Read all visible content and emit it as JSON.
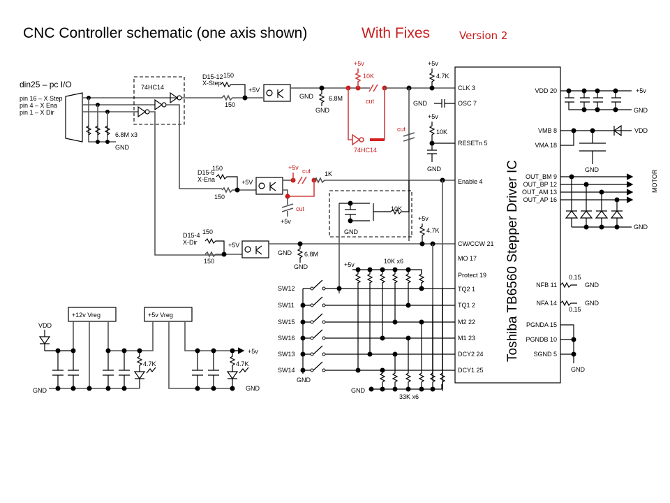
{
  "title": {
    "main": "CNC Controller schematic  (one axis shown)",
    "fixes": "With Fixes",
    "version": "Version 2"
  },
  "connector": {
    "header": "din25 – pc I/O",
    "pins": [
      "pin 16 – X Step",
      "pin  4 – X Ena",
      "pin  1 – X Dir"
    ],
    "pulldowns": "6.8M x3",
    "gnd": "GND"
  },
  "inverter_block": {
    "label": "74HC14"
  },
  "opto_step": {
    "net": "D15-12",
    "signal": "X-Step",
    "r1": "150",
    "r2": "150",
    "vcc": "+5V",
    "gnd": "GND",
    "pulldown": "6.8M",
    "pulldown_gnd": "GND"
  },
  "opto_enable": {
    "net": "D15-5",
    "signal": "X-Ena",
    "r1": "150",
    "r2": "150",
    "vcc": "+5V"
  },
  "opto_dir": {
    "net": "D15-4",
    "signal": "X-Dir",
    "r1": "150",
    "r2": "150",
    "vcc": "+5V",
    "gnd": "GND",
    "pulldown": "6.8M",
    "pulldown_gnd": "GND"
  },
  "fixes": {
    "clk_pullup_v": "+5v",
    "clk_pullup": "10K",
    "cut1": "cut",
    "added_inverter": "74HC14",
    "cut2": "cut",
    "ena_v": "+5v",
    "ena_cut": "cut",
    "ena_cap_cut": "cut",
    "ena_cap_v": "+5v"
  },
  "ena_resistor": "1K",
  "clk_pullup": {
    "v": "+5v",
    "value": "4.7K"
  },
  "osc": {
    "gnd": "GND"
  },
  "reset": {
    "v": "+5v",
    "value": "10K",
    "gnd": "GND"
  },
  "cw_block": {
    "resistor": "10K",
    "gnd": "GND",
    "pullup_v": "+5v",
    "pullup": "4.7K"
  },
  "switch_bank": {
    "pullup_v": "+5v",
    "pullups": "10K x6",
    "pulldowns": "33K x6",
    "gnd": "GND",
    "switch_gnd": "GND",
    "switches": [
      "SW12",
      "SW11",
      "SW15",
      "SW16",
      "SW13",
      "SW14"
    ]
  },
  "ic": {
    "name": "Toshiba TB6560 Stepper Driver IC",
    "left_pins": [
      "CLK  3",
      "OSC  7",
      "RESETn  5",
      "Enable  4",
      "CW/CCW  21",
      "MO  17",
      "Protect  19",
      "TQ2  1",
      "TQ1  2",
      "M2  22",
      "M1  23",
      "DCY2  24",
      "DCY1  25"
    ],
    "right_pins": [
      "VDD  20",
      "VMB  8",
      "VMA  18",
      "OUT_BM  9",
      "OUT_BP  12",
      "OUT_AM  13",
      "OUT_AP  16",
      "NFB  11",
      "NFA  14",
      "PGNDA  15",
      "PGNDB  10",
      "SGND  5"
    ]
  },
  "right_side": {
    "vdd_rail": "+5v",
    "vdd_gnd": "GND",
    "vm_supply": "VDD",
    "vm_gnd": "GND",
    "motor": "MOTOR",
    "out_gnd": "GND",
    "nfb_r": "0.15",
    "nfb_gnd": "GND",
    "nfa_r": "0.15",
    "nfa_gnd": "GND",
    "pgnd": "GND"
  },
  "power": {
    "vdd": "VDD",
    "reg12": "+12v Vreg",
    "reg5": "+5v Vreg",
    "led1_r": "4.7K",
    "led2_r": "4.7K",
    "out5": "+5v",
    "gnd_left": "GND",
    "gnd_right": "GND"
  }
}
